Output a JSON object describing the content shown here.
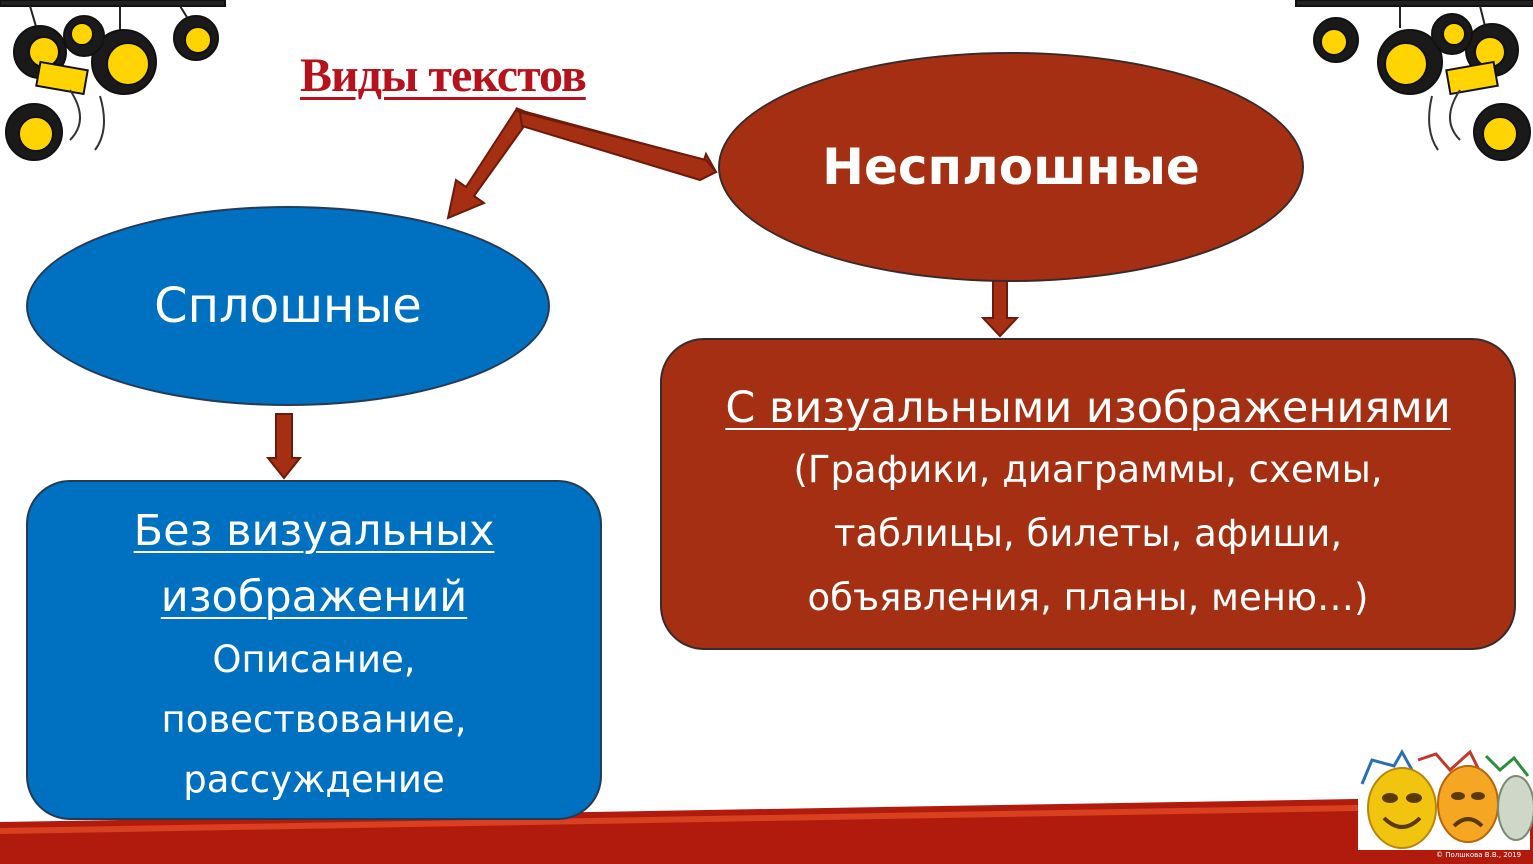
{
  "title": "Виды текстов",
  "nodes": {
    "continuous": {
      "label": "Сплошные"
    },
    "noncontinuous": {
      "label": "Несплошные"
    }
  },
  "boxes": {
    "continuous": {
      "heading": "Без визуальных изображений",
      "body": "Описание, повествование, рассуждение"
    },
    "noncontinuous": {
      "heading": "С визуальными изображениями",
      "body": "(Графики, диаграммы, схемы, таблицы, билеты, афиши, объявления, планы, меню…)"
    }
  },
  "credit": "© Полшкова В.В., 2019",
  "colors": {
    "accent_red": "#b5121b",
    "brown": "#a52f13",
    "blue": "#0070c0",
    "arrow": "#a52f13",
    "footer": "#b01b0e"
  },
  "icons": [
    "spotlight-icon",
    "theater-masks-icon"
  ]
}
